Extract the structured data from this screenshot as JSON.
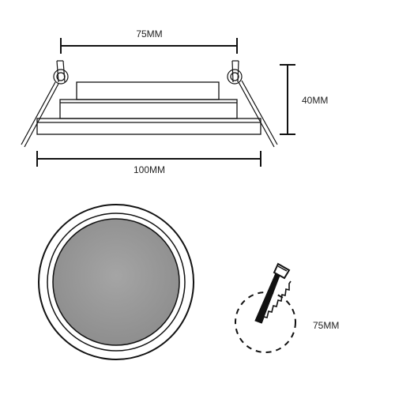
{
  "dimensions": {
    "top_width": "75MM",
    "height": "40MM",
    "bottom_width": "100MM",
    "cutout": "75MM"
  },
  "icons": {
    "saw": "hand-saw-icon",
    "cut_circle": "dashed-cutout-circle-icon"
  },
  "colors": {
    "line": "#111111",
    "lens_fill": "#9a9a9a",
    "lens_gradient_edge": "#8c8c8c",
    "ring_fill": "#ffffff"
  }
}
